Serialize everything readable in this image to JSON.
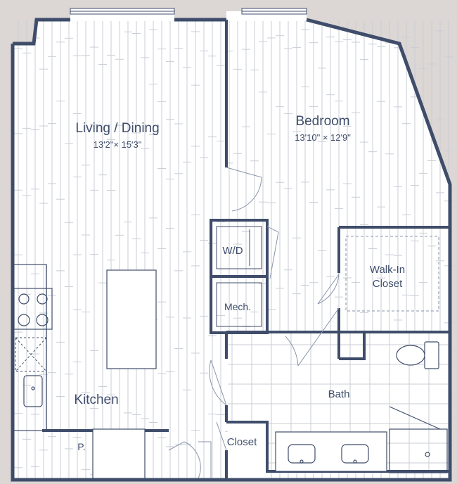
{
  "floorplan": {
    "rooms": {
      "living": {
        "name": "Living / Dining",
        "dimensions": "13'2\"× 15'3\""
      },
      "bedroom": {
        "name": "Bedroom",
        "dimensions": "13'10\" × 12'9\""
      },
      "wd": {
        "name": "W/D"
      },
      "mech": {
        "name": "Mech."
      },
      "walkin": {
        "line1": "Walk-In",
        "line2": "Closet"
      },
      "bath": {
        "name": "Bath"
      },
      "kitchen": {
        "name": "Kitchen"
      },
      "pantry": {
        "name": "P."
      },
      "closet": {
        "name": "Closet"
      }
    },
    "colors": {
      "wall": "#3f4d6b",
      "exterior": "#dcd7d4",
      "floor_line": "#c9cdd6",
      "tile_line": "#c9cdd6",
      "door_line": "#8a94ab",
      "background": "#ffffff"
    }
  }
}
